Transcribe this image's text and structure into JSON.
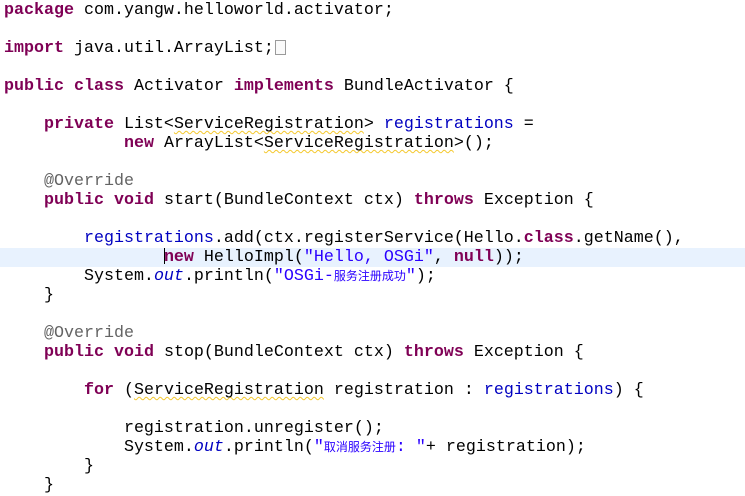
{
  "editor": {
    "colors": {
      "background": "#FFFFFF",
      "text": "#000000",
      "current_line": "#E8F2FE",
      "caret": "#000000",
      "warning_underline": "#F4C82D",
      "fold_marker_border": "#9A9A9A"
    },
    "lines": [
      {
        "tokens": [
          {
            "text": "package",
            "color": "#7F0055",
            "bold": true
          },
          {
            "text": " com.yangw.helloworld.activator;"
          }
        ]
      },
      {
        "tokens": []
      },
      {
        "tokens": [
          {
            "text": "import",
            "color": "#7F0055",
            "bold": true
          },
          {
            "text": " java.util.ArrayList;"
          },
          {
            "icon": "folded-code-icon"
          }
        ]
      },
      {
        "tokens": []
      },
      {
        "tokens": [
          {
            "text": "public",
            "color": "#7F0055",
            "bold": true
          },
          {
            "text": " "
          },
          {
            "text": "class",
            "color": "#7F0055",
            "bold": true
          },
          {
            "text": " Activator "
          },
          {
            "text": "implements",
            "color": "#7F0055",
            "bold": true
          },
          {
            "text": " BundleActivator {"
          }
        ]
      },
      {
        "tokens": []
      },
      {
        "tokens": [
          {
            "text": "    "
          },
          {
            "text": "private",
            "color": "#7F0055",
            "bold": true
          },
          {
            "text": " List<"
          },
          {
            "text": "ServiceRegistration",
            "warning": true
          },
          {
            "text": "> "
          },
          {
            "text": "registrations",
            "color": "#0000C0"
          },
          {
            "text": " ="
          }
        ]
      },
      {
        "tokens": [
          {
            "text": "            "
          },
          {
            "text": "new",
            "color": "#7F0055",
            "bold": true
          },
          {
            "text": " ArrayList<"
          },
          {
            "text": "ServiceRegistration",
            "warning": true
          },
          {
            "text": ">();"
          }
        ]
      },
      {
        "tokens": []
      },
      {
        "tokens": [
          {
            "text": "    "
          },
          {
            "text": "@Override",
            "color": "#646464"
          }
        ]
      },
      {
        "tokens": [
          {
            "text": "    "
          },
          {
            "text": "public",
            "color": "#7F0055",
            "bold": true
          },
          {
            "text": " "
          },
          {
            "text": "void",
            "color": "#7F0055",
            "bold": true
          },
          {
            "text": " start(BundleContext ctx) "
          },
          {
            "text": "throws",
            "color": "#7F0055",
            "bold": true
          },
          {
            "text": " Exception {"
          }
        ]
      },
      {
        "tokens": []
      },
      {
        "tokens": [
          {
            "text": "        "
          },
          {
            "text": "registrations",
            "color": "#0000C0"
          },
          {
            "text": ".add(ctx.registerService(Hello."
          },
          {
            "text": "class",
            "color": "#7F0055",
            "bold": true
          },
          {
            "text": ".getName(),"
          }
        ]
      },
      {
        "current": true,
        "tokens": [
          {
            "text": "                "
          },
          {
            "text": "new",
            "color": "#7F0055",
            "bold": true,
            "caret": true
          },
          {
            "text": " HelloImpl("
          },
          {
            "text": "\"Hello, OSGi\"",
            "color": "#2A00FF"
          },
          {
            "text": ", "
          },
          {
            "text": "null",
            "color": "#7F0055",
            "bold": true
          },
          {
            "text": "));"
          }
        ]
      },
      {
        "tokens": [
          {
            "text": "        System."
          },
          {
            "text": "out",
            "color": "#0000C0",
            "italic": true
          },
          {
            "text": ".println("
          },
          {
            "text": "\"OSGi-",
            "color": "#2A00FF"
          },
          {
            "text": "服务注册成功",
            "color": "#2A00FF"
          },
          {
            "text": "\"",
            "color": "#2A00FF"
          },
          {
            "text": ");"
          }
        ]
      },
      {
        "tokens": [
          {
            "text": "    }"
          }
        ]
      },
      {
        "tokens": []
      },
      {
        "tokens": [
          {
            "text": "    "
          },
          {
            "text": "@Override",
            "color": "#646464"
          }
        ]
      },
      {
        "tokens": [
          {
            "text": "    "
          },
          {
            "text": "public",
            "color": "#7F0055",
            "bold": true
          },
          {
            "text": " "
          },
          {
            "text": "void",
            "color": "#7F0055",
            "bold": true
          },
          {
            "text": " stop(BundleContext ctx) "
          },
          {
            "text": "throws",
            "color": "#7F0055",
            "bold": true
          },
          {
            "text": " Exception {"
          }
        ]
      },
      {
        "tokens": []
      },
      {
        "tokens": [
          {
            "text": "        "
          },
          {
            "text": "for",
            "color": "#7F0055",
            "bold": true
          },
          {
            "text": " ("
          },
          {
            "text": "ServiceRegistration",
            "warning": true
          },
          {
            "text": " registration : "
          },
          {
            "text": "registrations",
            "color": "#0000C0"
          },
          {
            "text": ") {"
          }
        ]
      },
      {
        "tokens": []
      },
      {
        "tokens": [
          {
            "text": "            registration.unregister();"
          }
        ]
      },
      {
        "tokens": [
          {
            "text": "            System."
          },
          {
            "text": "out",
            "color": "#0000C0",
            "italic": true
          },
          {
            "text": ".println("
          },
          {
            "text": "\"",
            "color": "#2A00FF"
          },
          {
            "text": "取消服务注册",
            "color": "#2A00FF"
          },
          {
            "text": ": \"",
            "color": "#2A00FF"
          },
          {
            "text": "+ registration);"
          }
        ]
      },
      {
        "tokens": [
          {
            "text": "        }"
          }
        ]
      },
      {
        "tokens": [
          {
            "text": "    }"
          }
        ]
      }
    ]
  }
}
